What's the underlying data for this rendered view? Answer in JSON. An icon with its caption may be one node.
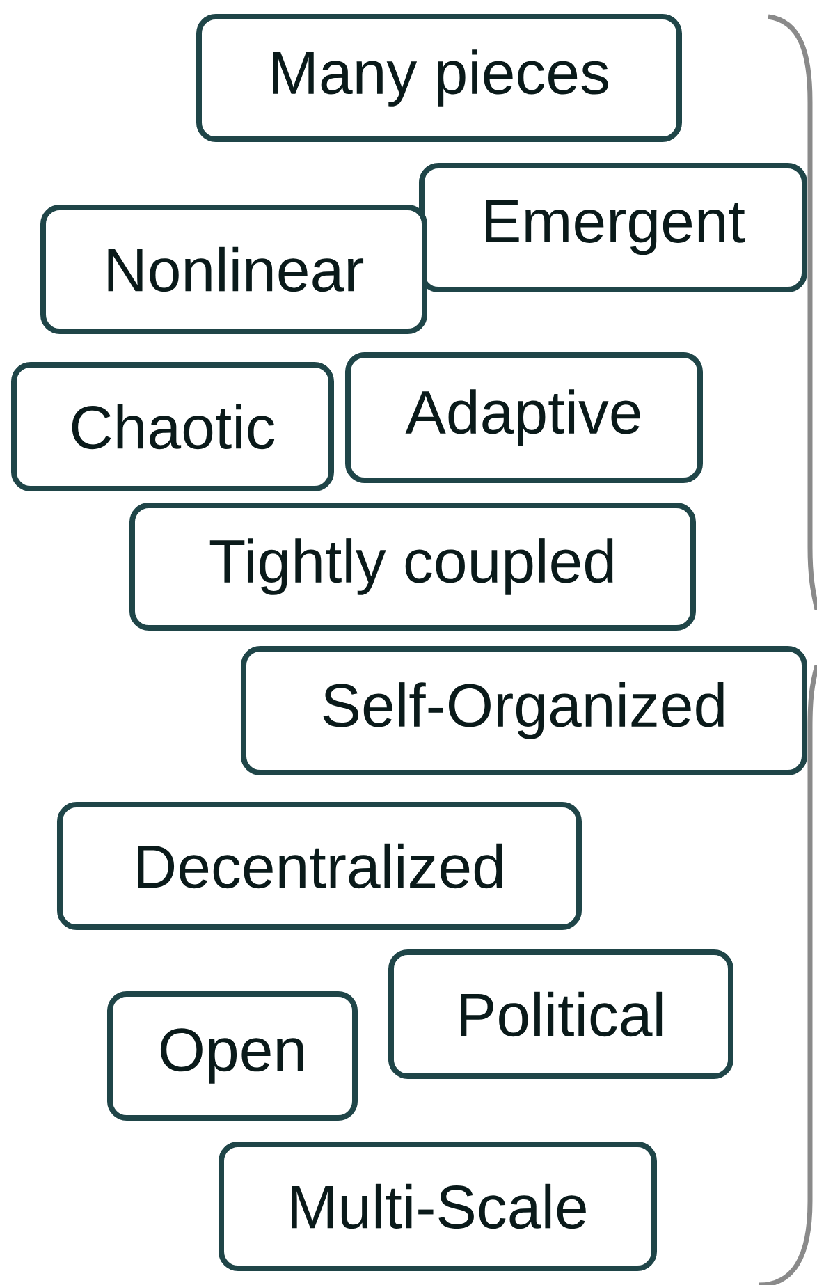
{
  "diagram": {
    "nodes": [
      {
        "text": [
          "Many pieces"
        ]
      },
      {
        "text": [
          "Nonlinear"
        ]
      },
      {
        "text": [
          "Emergent"
        ]
      },
      {
        "text": [
          "Chaotic"
        ]
      },
      {
        "text": [
          "Adaptive"
        ]
      },
      {
        "text": [
          "Tightly coupled"
        ]
      },
      {
        "text": [
          "Self-Organized"
        ]
      },
      {
        "text": [
          "Decentralized"
        ]
      },
      {
        "text": [
          "Political"
        ]
      },
      {
        "text": [
          "Open"
        ]
      },
      {
        "text": [
          "Multi-Scale"
        ]
      }
    ]
  }
}
